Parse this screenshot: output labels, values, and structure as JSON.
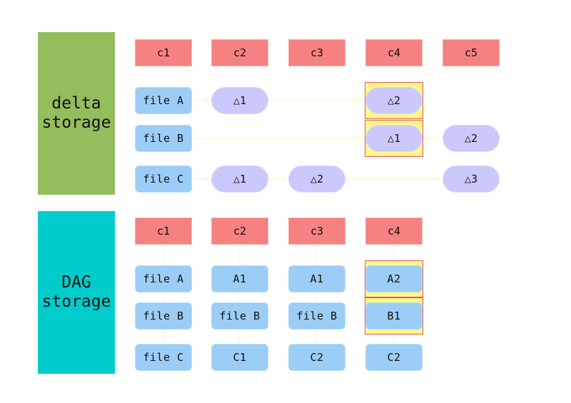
{
  "colors": {
    "delta_panel": "#94bd5e",
    "dag_panel": "#00cccc",
    "commit": "#f68181",
    "file": "#9ccdf6",
    "delta": "#cbc8fb",
    "highlight_fill": "#fff78a",
    "highlight_border": "#e4575f",
    "connector": "#fbfbdd"
  },
  "delta_storage": {
    "label_lines": [
      "delta",
      "storage"
    ],
    "commits": [
      "c1",
      "c2",
      "c3",
      "c4",
      "c5"
    ],
    "files": [
      "file A",
      "file B",
      "file C"
    ],
    "deltas": [
      {
        "file": "file A",
        "commit": "c2",
        "label": "△1"
      },
      {
        "file": "file A",
        "commit": "c4",
        "label": "△2"
      },
      {
        "file": "file B",
        "commit": "c4",
        "label": "△1"
      },
      {
        "file": "file B",
        "commit": "c5",
        "label": "△2"
      },
      {
        "file": "file C",
        "commit": "c2",
        "label": "△1"
      },
      {
        "file": "file C",
        "commit": "c3",
        "label": "△2"
      },
      {
        "file": "file C",
        "commit": "c5",
        "label": "△3"
      }
    ],
    "highlighted_commit": "c4"
  },
  "dag_storage": {
    "label_lines": [
      "DAG",
      "storage"
    ],
    "commits": [
      "c1",
      "c2",
      "c3",
      "c4"
    ],
    "rows": [
      [
        "file A",
        "A1",
        "A1",
        "A2"
      ],
      [
        "file B",
        "file B",
        "file B",
        "B1"
      ],
      [
        "file C",
        "C1",
        "C2",
        "C2"
      ]
    ],
    "highlighted_commit": "c4",
    "highlighted_rows": [
      0,
      1
    ]
  }
}
